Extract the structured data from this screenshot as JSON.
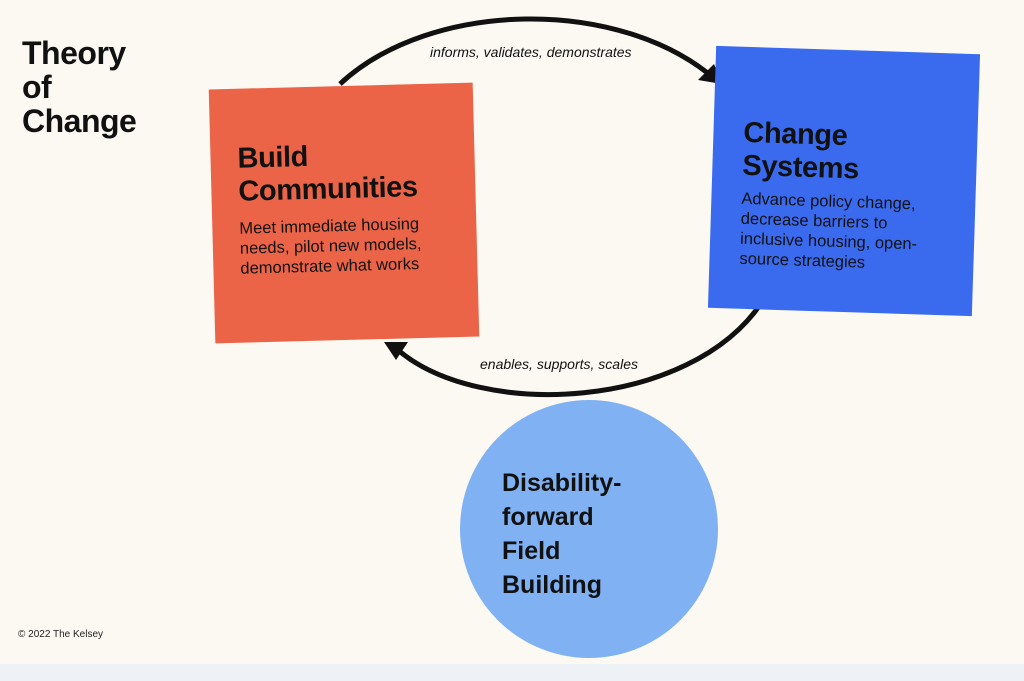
{
  "title": {
    "line1": "Theory",
    "line2": "of",
    "line3": "Change"
  },
  "arrows": {
    "top_label": "informs, validates, demonstrates",
    "bottom_label": "enables, supports, scales"
  },
  "build_communities": {
    "heading_line1": "Build",
    "heading_line2": "Communities",
    "body": "Meet immediate housing needs, pilot new models, demonstrate what works",
    "color": "#ec6448"
  },
  "change_systems": {
    "heading_line1": "Change",
    "heading_line2": "Systems",
    "body": "Advance policy change, decrease barriers to inclusive housing, open-source strategies",
    "color": "#3a6bef"
  },
  "field_building": {
    "line1": "Disability-",
    "line2": "forward",
    "line3": "Field",
    "line4": "Building",
    "color": "#7fb1f3"
  },
  "footer": {
    "copyright": "© 2022 The Kelsey"
  }
}
